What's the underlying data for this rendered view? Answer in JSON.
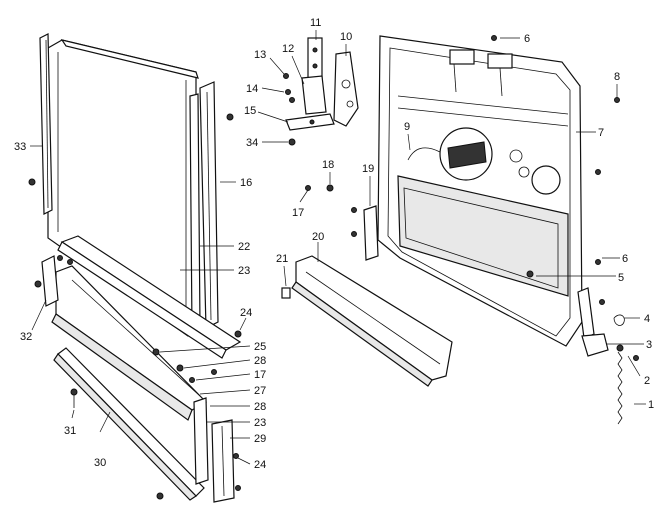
{
  "diagram": {
    "callouts": {
      "c1": "1",
      "c2": "2",
      "c3": "3",
      "c4": "4",
      "c5": "5",
      "c6a": "6",
      "c6b": "6",
      "c7": "7",
      "c8": "8",
      "c9": "9",
      "c10": "10",
      "c11": "11",
      "c12": "12",
      "c13": "13",
      "c14": "14",
      "c15": "15",
      "c16": "16",
      "c17a": "17",
      "c17b": "17",
      "c18": "18",
      "c19": "19",
      "c20": "20",
      "c21": "21",
      "c22": "22",
      "c23a": "23",
      "c23b": "23",
      "c24a": "24",
      "c24b": "24",
      "c25": "25",
      "c27": "27",
      "c28a": "28",
      "c28b": "28",
      "c29": "29",
      "c30": "30",
      "c31": "31",
      "c32": "32",
      "c33": "33",
      "c34": "34"
    }
  }
}
